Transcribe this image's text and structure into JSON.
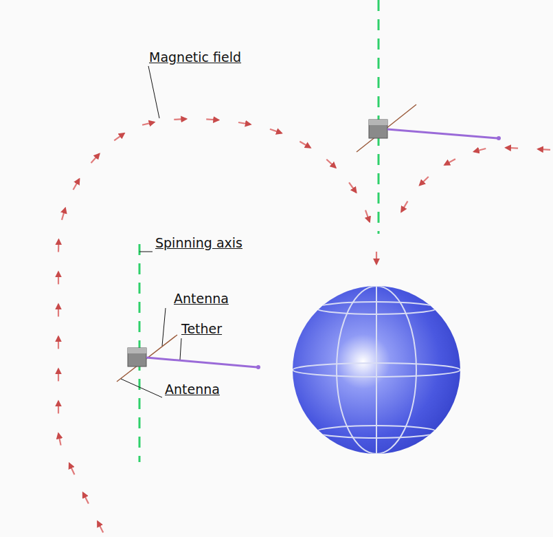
{
  "diagram": {
    "labels": [
      "Magnetic field",
      "Spinning axis",
      "Antenna",
      "Tether",
      "Antenna"
    ]
  }
}
